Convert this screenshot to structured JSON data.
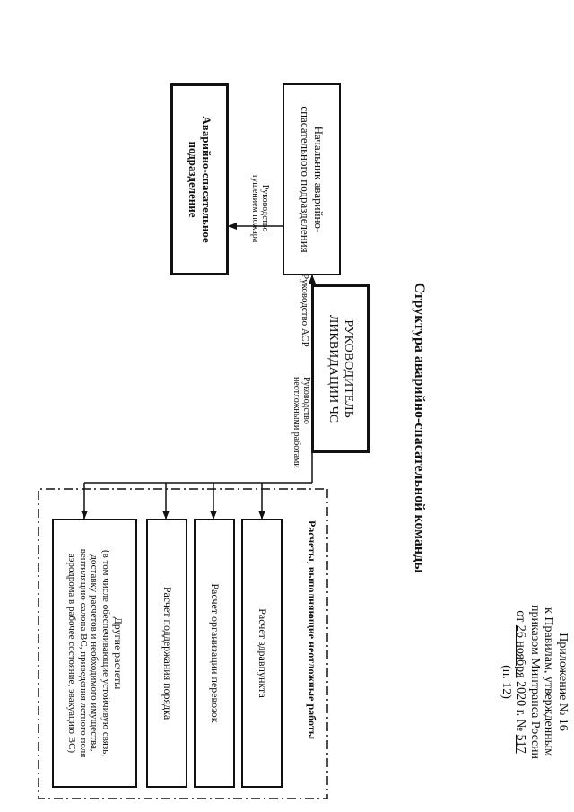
{
  "header": {
    "line1": "Приложение № 16",
    "line2": "к Правилам, утвержденным",
    "line3": "приказом Минтранса России",
    "line4_prefix": "от",
    "line4_date": "26 ноября",
    "line4_year": "2020 г. №",
    "line4_number": "517",
    "line5": "(п. 12)"
  },
  "title": "Структура аварийно-спасательной команды",
  "nodes": {
    "leader_line1": "РУКОВОДИТЕЛЬ",
    "leader_line2": "ЛИКВИДАЦИИ ЧС",
    "chief_line1": "Начальник аварийно-",
    "chief_line2": "спасательного подразделения",
    "unit_line1": "Аварийно-спасательное",
    "unit_line2": "подразделение",
    "group_title": "Расчеты, выполняющие неотложные работы",
    "calc_health": "Расчет здравпункта",
    "calc_transport": "Расчет организации перевозок",
    "calc_order": "Расчет поддержания порядка",
    "other_title": "Другие расчеты",
    "other_line1": "(в том числе обеспечивающие устойчивую связь,",
    "other_line2": "доставку расчетов и необходимого имущества,",
    "other_line3": "вентиляцию салона ВС, приведения летного поля",
    "other_line4": "аэродрома в рабочее состояние, эвакуацию ВС)"
  },
  "edge_labels": {
    "asr": "Руководство АСР",
    "urgent_line1": "Руководство",
    "urgent_line2": "неотложными работами",
    "fire_line1": "Руководство",
    "fire_line2": "тушением пожара"
  }
}
